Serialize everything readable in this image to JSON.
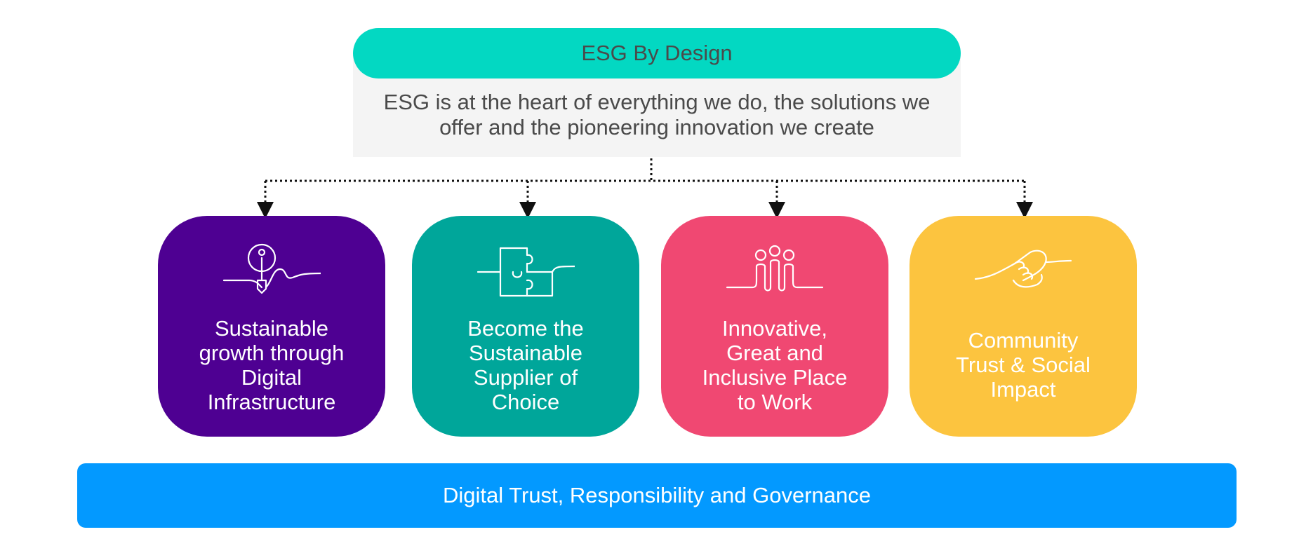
{
  "header": {
    "title": "ESG By Design"
  },
  "description": {
    "line1": "ESG is at the heart of everything we do, the solutions we",
    "line2": "offer and the pioneering innovation we create"
  },
  "pillars": [
    {
      "icon": "lightbulb-icon",
      "lines": [
        "Sustainable",
        "growth through",
        "Digital",
        "Infrastructure"
      ],
      "color": "#4e0092"
    },
    {
      "icon": "puzzle-icon",
      "lines": [
        "Become the",
        "Sustainable",
        "Supplier of",
        "Choice"
      ],
      "color": "#00a69a"
    },
    {
      "icon": "people-icon",
      "lines": [
        "Innovative,",
        "Great and",
        "Inclusive Place",
        "to Work"
      ],
      "color": "#f04872"
    },
    {
      "icon": "handshake-icon",
      "lines": [
        "Community",
        "Trust & Social",
        "Impact"
      ],
      "color": "#fcc43f"
    }
  ],
  "footer": {
    "label": "Digital Trust, Responsibility and Governance"
  },
  "colors": {
    "header": "#03d8c2",
    "description_bg": "#f4f4f4",
    "footer": "#0399ff",
    "text_dark": "#4a4a4a"
  }
}
